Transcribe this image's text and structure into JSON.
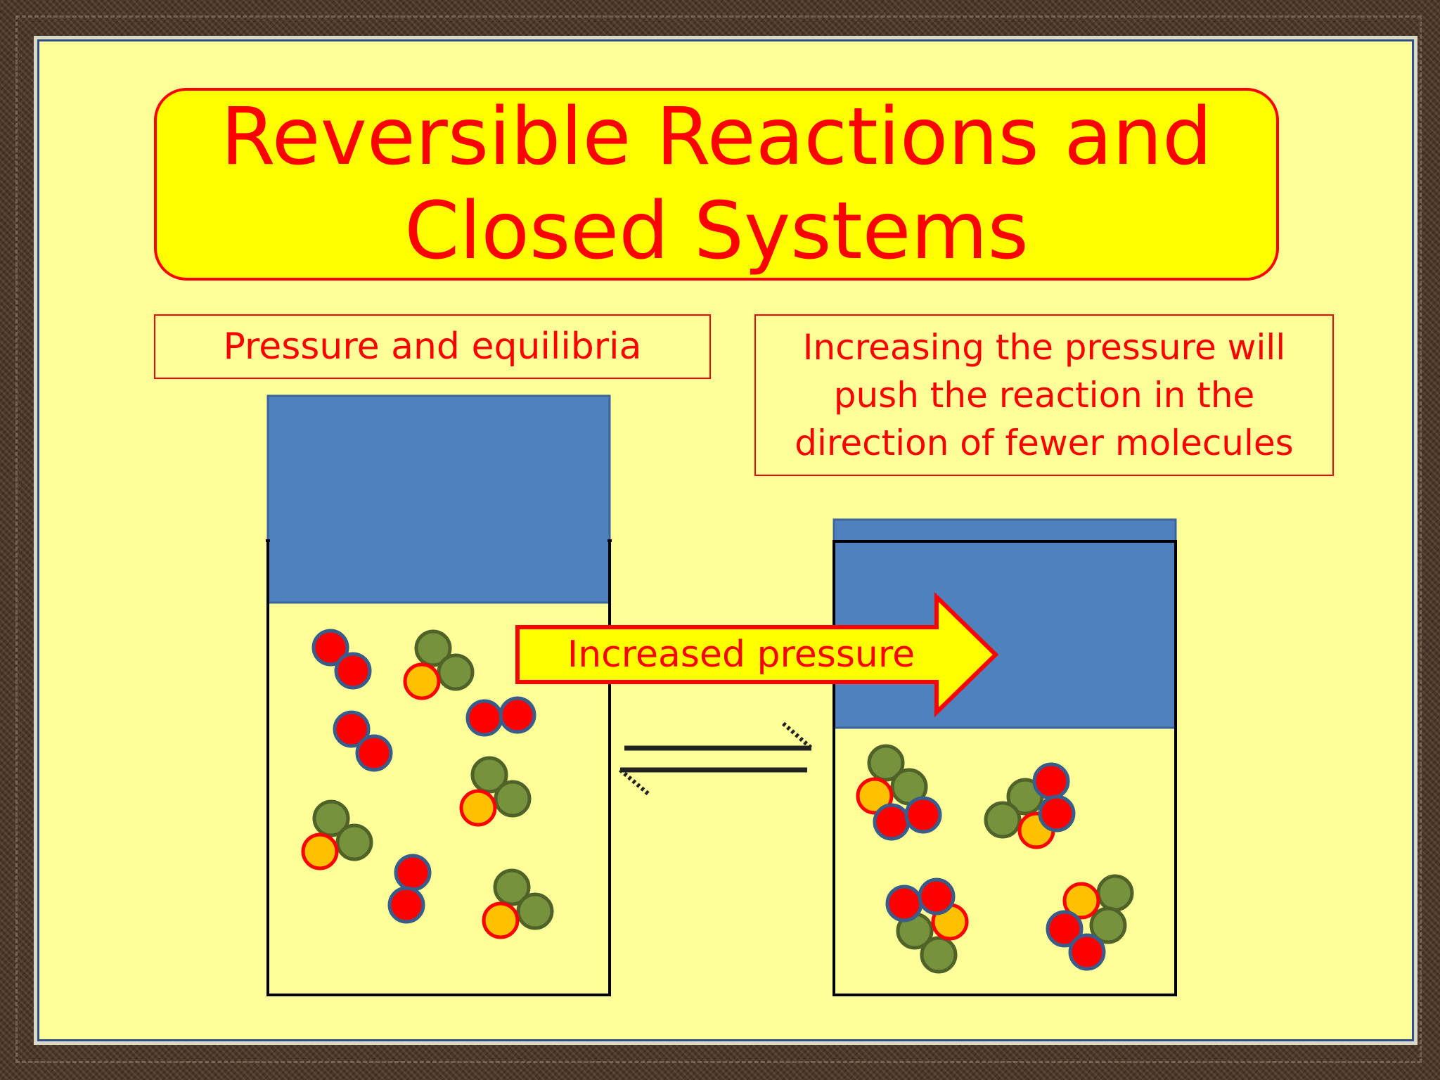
{
  "title": "Reversible Reactions and Closed Systems",
  "topic_label": "Pressure and equilibria",
  "explanation": "Increasing the pressure will push the reaction in the direction of fewer molecules",
  "arrow_label": "Increased pressure",
  "colors": {
    "background": "#ffff99",
    "title_fill": "#ffff00",
    "text": "#ff0000",
    "piston": "#4f81bd",
    "atom_red": "#ff0000",
    "atom_orange": "#ffc000",
    "atom_green": "#76923c"
  },
  "left_container": {
    "molecules": {
      "diatomic_red": 4,
      "triatomic_green_orange": 4
    }
  },
  "right_container": {
    "molecules": {
      "combined_red_green_orange": 4
    }
  },
  "equilibrium_symbol": "reversible-arrows"
}
